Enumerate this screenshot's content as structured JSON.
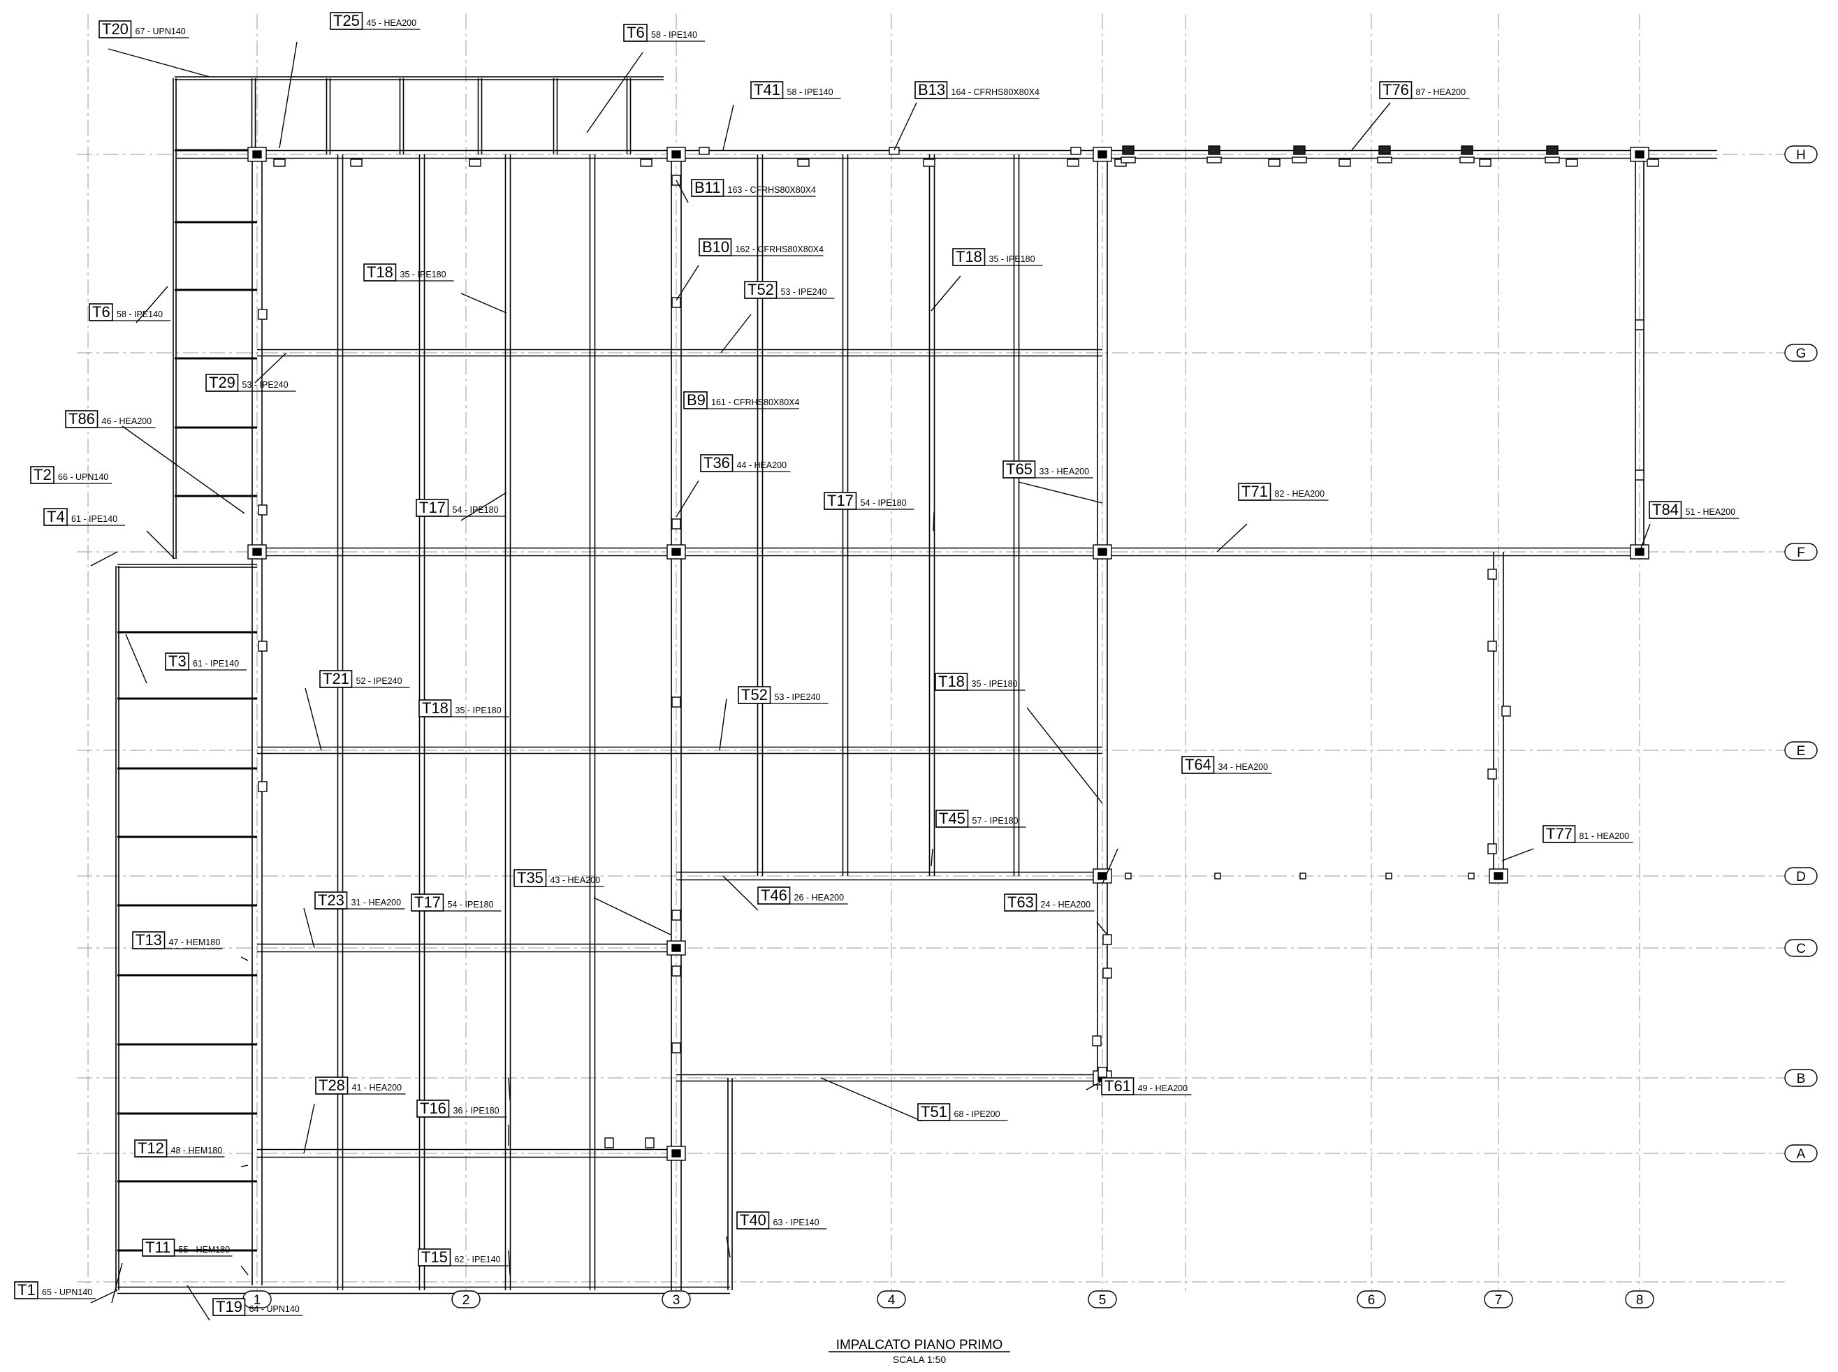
{
  "drawing": {
    "title": "IMPALCATO PIANO PRIMO",
    "scale": "SCALA 1:50"
  },
  "grid": {
    "columns": [
      "1",
      "2",
      "3",
      "4",
      "5",
      "6",
      "7",
      "8"
    ],
    "rows": [
      "H",
      "G",
      "F",
      "E",
      "D",
      "C",
      "B",
      "A"
    ]
  },
  "tags": [
    {
      "id": "T20",
      "desc": "67 - UPN140"
    },
    {
      "id": "T25",
      "desc": "45 - HEA200"
    },
    {
      "id": "T6",
      "desc": "58 - IPE140"
    },
    {
      "id": "T41",
      "desc": "58 - IPE140"
    },
    {
      "id": "B13",
      "desc": "164 - CFRHS80X80X4"
    },
    {
      "id": "T76",
      "desc": "87 - HEA200"
    },
    {
      "id": "B11",
      "desc": "163 - CFRHS80X80X4"
    },
    {
      "id": "B10",
      "desc": "162 - CFRHS80X80X4"
    },
    {
      "id": "T18",
      "desc": "35 - IPE180"
    },
    {
      "id": "T18",
      "desc": "35 - IPE180"
    },
    {
      "id": "T52",
      "desc": "53 - IPE240"
    },
    {
      "id": "T6",
      "desc": "58 - IPE140"
    },
    {
      "id": "T29",
      "desc": "53 - IPE240"
    },
    {
      "id": "B9",
      "desc": "161 - CFRHS80X80X4"
    },
    {
      "id": "T86",
      "desc": "46 - HEA200"
    },
    {
      "id": "T36",
      "desc": "44 - HEA200"
    },
    {
      "id": "T65",
      "desc": "33 - HEA200"
    },
    {
      "id": "T2",
      "desc": "66 - UPN140"
    },
    {
      "id": "T71",
      "desc": "82 - HEA200"
    },
    {
      "id": "T17",
      "desc": "54 - IPE180"
    },
    {
      "id": "T17",
      "desc": "54 - IPE180"
    },
    {
      "id": "T84",
      "desc": "51 - HEA200"
    },
    {
      "id": "T4",
      "desc": "61 - IPE140"
    },
    {
      "id": "T3",
      "desc": "61 - IPE140"
    },
    {
      "id": "T21",
      "desc": "52 - IPE240"
    },
    {
      "id": "T52",
      "desc": "53 - IPE240"
    },
    {
      "id": "T18",
      "desc": "35 - IPE180"
    },
    {
      "id": "T18",
      "desc": "35 - IPE180"
    },
    {
      "id": "T64",
      "desc": "34 - HEA200"
    },
    {
      "id": "T45",
      "desc": "57 - IPE180"
    },
    {
      "id": "T77",
      "desc": "81 - HEA200"
    },
    {
      "id": "T35",
      "desc": "43 - HEA200"
    },
    {
      "id": "T23",
      "desc": "31 - HEA200"
    },
    {
      "id": "T46",
      "desc": "26 - HEA200"
    },
    {
      "id": "T63",
      "desc": "24 - HEA200"
    },
    {
      "id": "T17",
      "desc": "54 - IPE180"
    },
    {
      "id": "T13",
      "desc": "47 - HEM180"
    },
    {
      "id": "T28",
      "desc": "41 - HEA200"
    },
    {
      "id": "T61",
      "desc": "49 - HEA200"
    },
    {
      "id": "T16",
      "desc": "36 - IPE180"
    },
    {
      "id": "T51",
      "desc": "68 - IPE200"
    },
    {
      "id": "T12",
      "desc": "48 - HEM180"
    },
    {
      "id": "T40",
      "desc": "63 - IPE140"
    },
    {
      "id": "T11",
      "desc": "55 - HEM180"
    },
    {
      "id": "T15",
      "desc": "62 - IPE140"
    },
    {
      "id": "T1",
      "desc": "65 - UPN140"
    },
    {
      "id": "T19",
      "desc": "64 - UPN140"
    }
  ]
}
